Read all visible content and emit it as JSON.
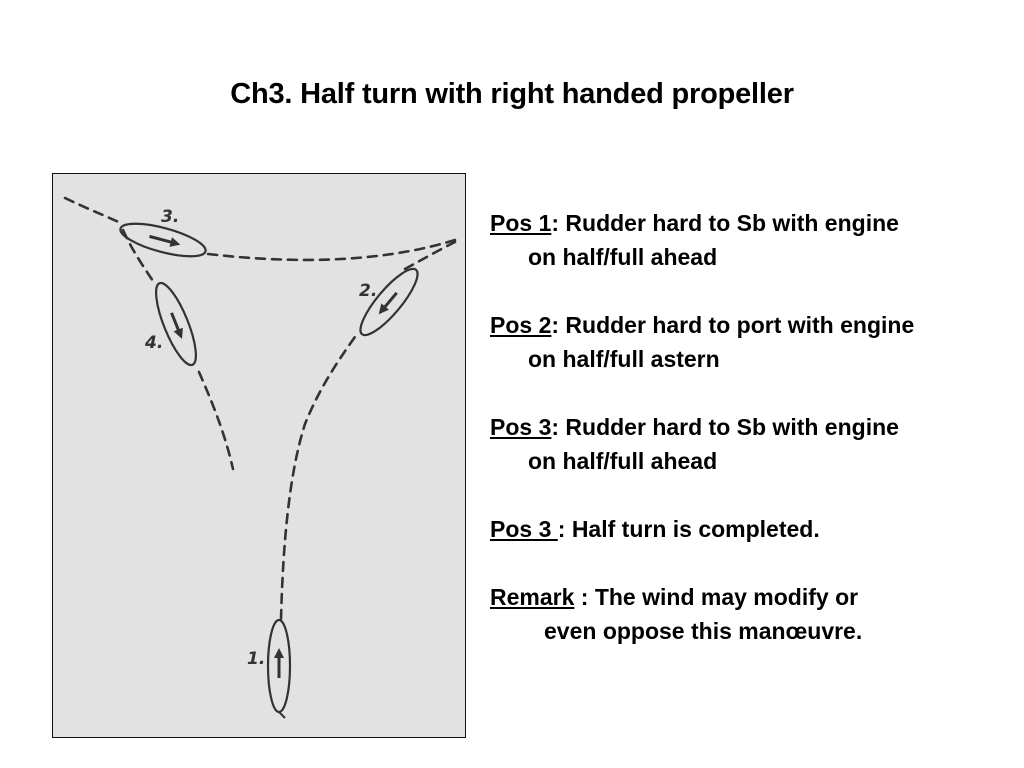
{
  "title": "Ch3. Half turn with right handed propeller",
  "diagram": {
    "position_labels": [
      "1.",
      "2.",
      "3.",
      "4."
    ]
  },
  "notes": [
    {
      "key": "Pos 1",
      "sep": ": Rudder hard to Sb with engine",
      "cont": "on half/full ahead"
    },
    {
      "key": "Pos 2",
      "sep": ": Rudder hard to port with engine",
      "cont": "on half/full astern"
    },
    {
      "key": "Pos 3",
      "sep": ": Rudder hard to Sb with engine",
      "cont": "on half/full ahead"
    },
    {
      "key": "Pos 3 ",
      "sep": ": Half turn is completed.",
      "cont": ""
    },
    {
      "key": "Remark",
      "sep": " : The wind may modify or",
      "cont": "even oppose this manœuvre."
    }
  ],
  "colors": {
    "figure_bg": "#e2e2e2",
    "ink": "#333333"
  }
}
